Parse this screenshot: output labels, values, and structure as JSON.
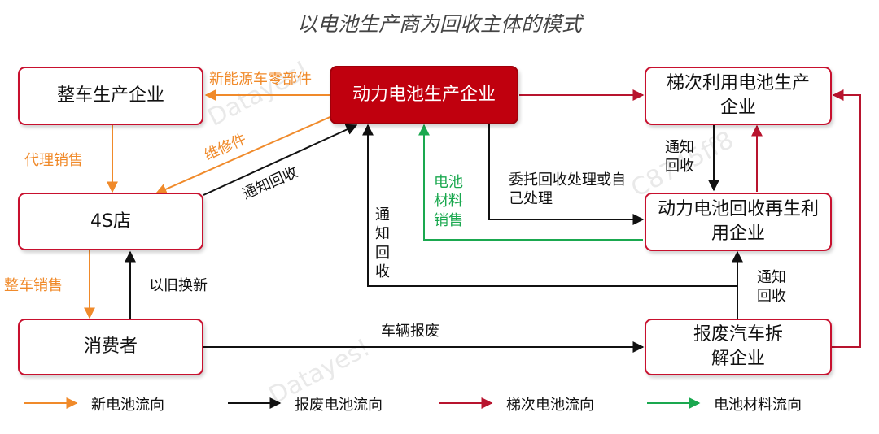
{
  "title": "以电池生产商为回收主体的模式",
  "nodes": {
    "vehicle_maker": "整车生产企业",
    "battery_maker": "动力电池生产企业",
    "cascade_maker": "梯次利用电池生产企业",
    "dealer_4s": "4S店",
    "recycler": "动力电池回收再生利用企业",
    "consumer": "消费者",
    "dismantler": "报废汽车拆解企业"
  },
  "edge_labels": {
    "parts": "新能源车零部件",
    "repair": "维修件",
    "agent_sales": "代理销售",
    "notify_from_4s": "通知回收",
    "entrust": "委托回收处理或自己处理",
    "battery_material_sales": "电池材料销售",
    "notify_vertical": "通知回收",
    "notify_cascade": "通知回收",
    "vehicle_sales": "整车销售",
    "trade_in": "以旧换新",
    "scrap": "车辆报废",
    "notify_dismantler": "通知回收"
  },
  "legend": [
    {
      "label": "新电池流向",
      "color": "#f08a2a"
    },
    {
      "label": "报废电池流向",
      "color": "#111111"
    },
    {
      "label": "梯次电池流向",
      "color": "#b8142e"
    },
    {
      "label": "电池材料流向",
      "color": "#1aa84f"
    }
  ],
  "watermarks": [
    "Datayes!",
    "C8745ff8",
    "Datayes!"
  ]
}
